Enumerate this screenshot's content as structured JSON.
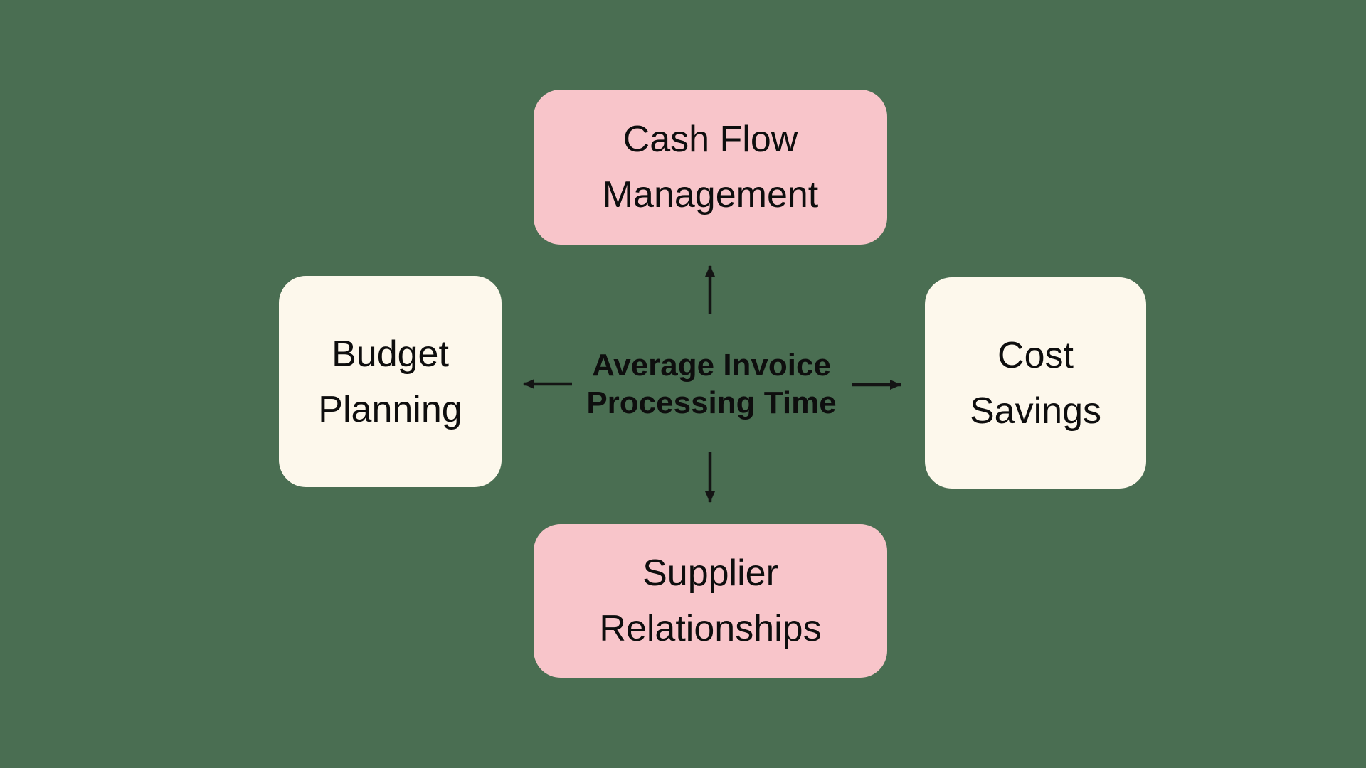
{
  "diagram": {
    "center": {
      "title": "Average Invoice Processing Time",
      "lines": [
        "Average Invoice",
        "Processing Time"
      ]
    },
    "nodes": [
      {
        "id": "cash-flow-management",
        "position": "top",
        "variant": "pink",
        "label": "Cash Flow Management",
        "lines": [
          "Cash Flow",
          "Management"
        ]
      },
      {
        "id": "budget-planning",
        "position": "left",
        "variant": "cream",
        "label": "Budget Planning",
        "lines": [
          "Budget",
          "Planning"
        ]
      },
      {
        "id": "cost-savings",
        "position": "right",
        "variant": "cream",
        "label": "Cost Savings",
        "lines": [
          "Cost",
          "Savings"
        ]
      },
      {
        "id": "supplier-relationships",
        "position": "bottom",
        "variant": "pink",
        "label": "Supplier Relationships",
        "lines": [
          "Supplier",
          "Relationships"
        ]
      }
    ],
    "arrows": [
      "up",
      "left",
      "right",
      "down"
    ],
    "colors": {
      "background": "#4a6e52",
      "node_pink": "#f8c5ca",
      "node_cream": "#fdf8ec",
      "text": "#0e0e0e",
      "arrow": "#141414"
    }
  }
}
